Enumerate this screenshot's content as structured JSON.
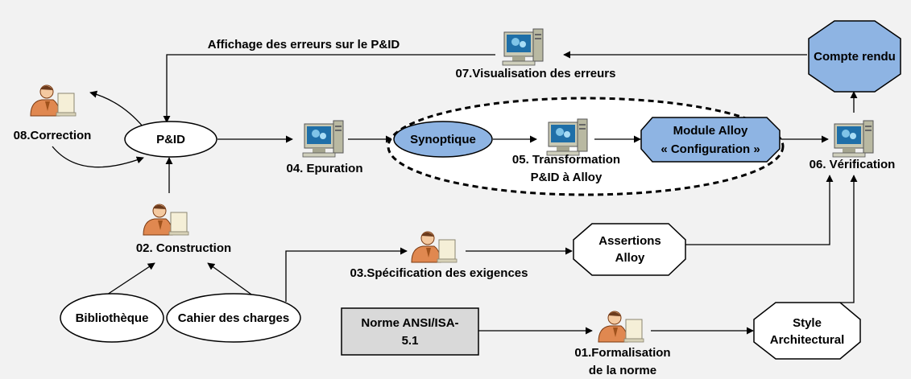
{
  "colors": {
    "background": "#f2f2f2",
    "shape_fill": "#ffffff",
    "accent_fill": "#8eb4e3",
    "norm_fill": "#d9d9d9",
    "stroke": "#000000"
  },
  "icons": {
    "person": "person-at-computer-icon",
    "computer": "computer-monitor-icon"
  },
  "edge_labels": {
    "error_display": "Affichage des erreurs sur le P&ID"
  },
  "steps": {
    "s01_line1": "01.Formalisation",
    "s01_line2": "de la norme",
    "s02": "02. Construction",
    "s03": "03.Spécification des exigences",
    "s04": "04. Epuration",
    "s05_line1": "05. Transformation",
    "s05_line2": "P&ID à Alloy",
    "s06": "06. Vérification",
    "s07": "07.Visualisation des erreurs",
    "s08": "08.Correction"
  },
  "nodes": {
    "pid": "P&ID",
    "synoptique": "Synoptique",
    "module_line1": "Module Alloy",
    "module_line2": "« Configuration »",
    "compte_rendu": "Compte rendu",
    "assertions_line1": "Assertions",
    "assertions_line2": "Alloy",
    "style_line1": "Style",
    "style_line2": "Architectural",
    "bibliotheque": "Bibliothèque",
    "cahier": "Cahier des charges",
    "norme_line1": "Norme ANSI/ISA-",
    "norme_line2": "5.1"
  }
}
